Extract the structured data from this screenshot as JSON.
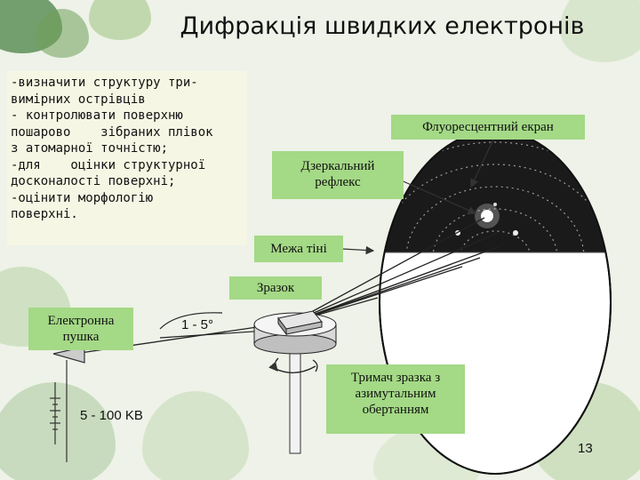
{
  "slide": {
    "title": "Дифракція швидких електронів",
    "goals_text": "-визначити структуру три-\nвимірних острівців\n- контролювати поверхню\nпошарово    зібраних плівок\nз атомарної точністю;\n-для    оцінки структурної\nдосконалості поверхні;\n-оцінити морфологію\nповерхні.",
    "page_number": "13"
  },
  "diagram": {
    "labels": {
      "screen": "Флуоресцентний екран",
      "mirror_reflex": "Дзеркальний\nрефлекс",
      "shadow_edge": "Межа тіні",
      "sample": "Зразок",
      "electron_gun": "Електронна\nпушка",
      "holder": "Тримач зразка з\nазимутальним\nобертанням"
    },
    "angle_text": "1 - 5°",
    "voltage_text": "5 - 100 KB"
  }
}
